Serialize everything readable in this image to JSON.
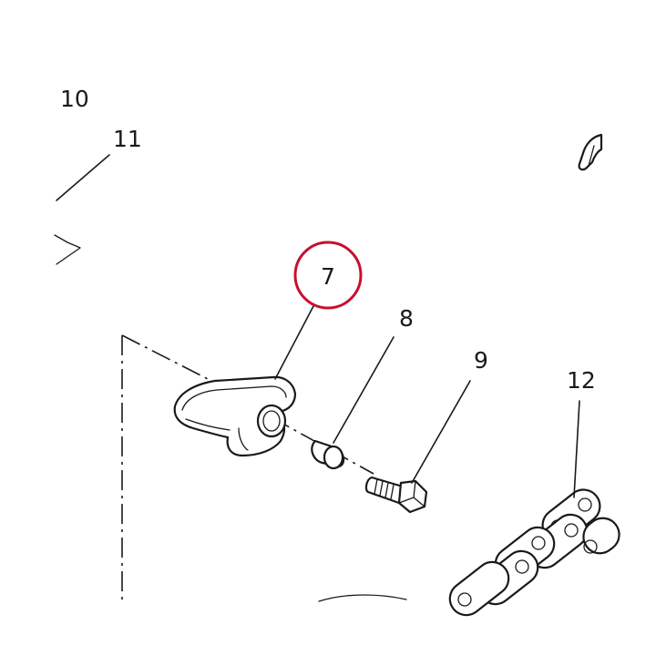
{
  "callouts": [
    {
      "id": "callout-10",
      "text": "10"
    },
    {
      "id": "callout-11",
      "text": "11"
    },
    {
      "id": "callout-7",
      "text": "7"
    },
    {
      "id": "callout-8",
      "text": "8"
    },
    {
      "id": "callout-9",
      "text": "9"
    },
    {
      "id": "callout-12",
      "text": "12"
    }
  ],
  "colors": {
    "line": "#1a1a1a",
    "highlight": "#c8102e",
    "background": "#ffffff"
  },
  "highlighted_callout": "7"
}
